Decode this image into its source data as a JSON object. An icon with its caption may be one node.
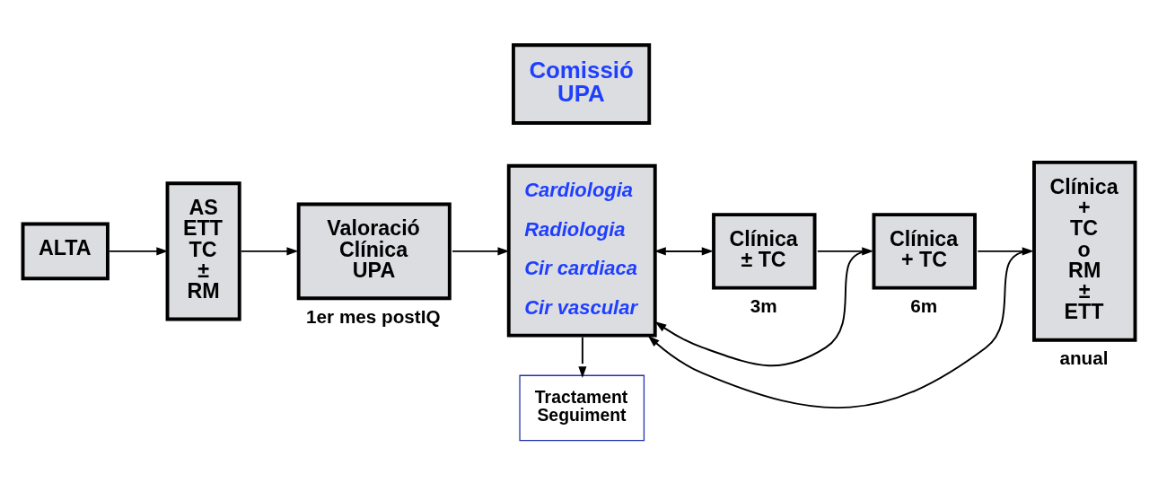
{
  "diagram": {
    "nodes": [
      {
        "text": [
          "ALTA"
        ]
      },
      {
        "text": [
          "AS ETT TC ± RM"
        ]
      },
      {
        "text": [
          "Valoració Clínica UPA"
        ],
        "beside": [
          "1er mes postIQ"
        ]
      },
      {
        "text": [
          "Comissió UPA"
        ]
      },
      {
        "text": [
          "Cardiologia",
          "Radiologia",
          "Cir cardiaca",
          "Cir vascular"
        ]
      },
      {
        "text": [
          "Tractament Seguiment"
        ]
      },
      {
        "text": [
          "Clínica ± TC"
        ],
        "beside": [
          "3m"
        ]
      },
      {
        "text": [
          "Clínica + TC"
        ],
        "beside": [
          "6m"
        ]
      },
      {
        "text": [
          "Clínica + TC o RM ± ETT"
        ],
        "beside": [
          "anual"
        ]
      }
    ],
    "edges": [
      {
        "from": 0,
        "to": 1,
        "arrow": "to"
      },
      {
        "from": 1,
        "to": 2,
        "arrow": "to"
      },
      {
        "from": 2,
        "to": 4,
        "arrow": "to"
      },
      {
        "from": 4,
        "to": 6,
        "arrow": "to"
      },
      {
        "from": 6,
        "to": 4,
        "arrow": "to"
      },
      {
        "from": 6,
        "to": 7,
        "arrow": "to"
      },
      {
        "from": 7,
        "to": 8,
        "arrow": "to"
      },
      {
        "from": 7,
        "to": 4,
        "arrow": "to"
      },
      {
        "from": 8,
        "to": 4,
        "arrow": "to"
      },
      {
        "from": 4,
        "to": 5,
        "arrow": "to"
      }
    ]
  }
}
